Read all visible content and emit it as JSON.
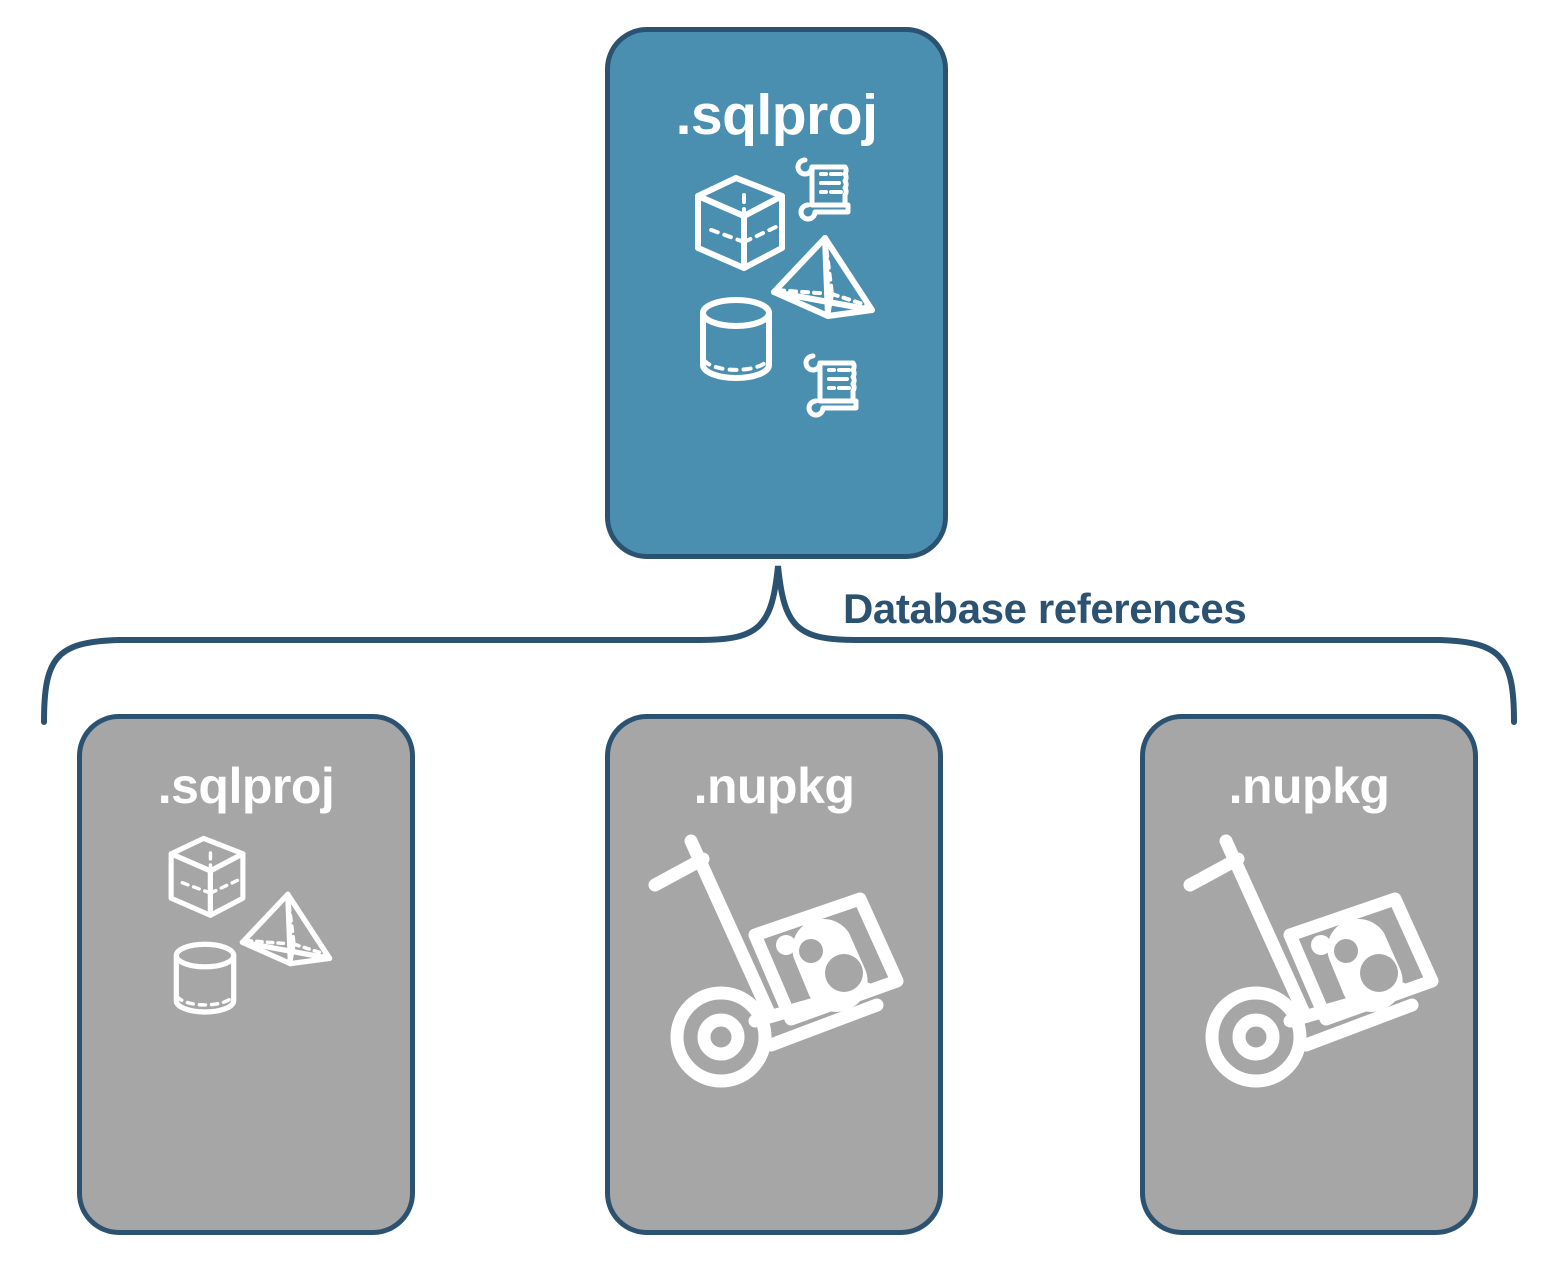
{
  "diagram": {
    "title_node": {
      "label": ".sqlproj",
      "fill": "#4A8FB0",
      "stroke": "#2C5271",
      "text_color": "#ffffff",
      "icons": [
        "cube-icon",
        "scroll-icon",
        "pyramid-icon",
        "cylinder-icon",
        "scroll-icon"
      ]
    },
    "connector": {
      "label": "Database references",
      "label_color": "#2C5271",
      "stroke": "#2C5271",
      "style": "curly-brace"
    },
    "reference_nodes": [
      {
        "label": ".sqlproj",
        "fill": "#A6A6A6",
        "stroke": "#2C5271",
        "text_color": "#ffffff",
        "icons": [
          "cube-icon",
          "pyramid-icon",
          "cylinder-icon"
        ]
      },
      {
        "label": ".nupkg",
        "fill": "#A6A6A6",
        "stroke": "#2C5271",
        "text_color": "#ffffff",
        "icons": [
          "nuget-package-dolly-icon"
        ]
      },
      {
        "label": ".nupkg",
        "fill": "#A6A6A6",
        "stroke": "#2C5271",
        "text_color": "#ffffff",
        "icons": [
          "nuget-package-dolly-icon"
        ]
      }
    ]
  }
}
